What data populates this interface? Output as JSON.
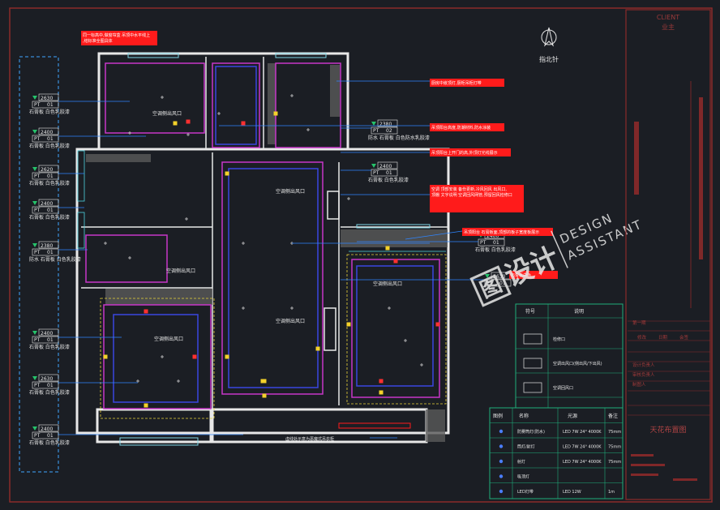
{
  "colors": {
    "bg": "#1b1e24",
    "frame": "#8b2a2a",
    "wall": "#e8e8e8",
    "room": "#c837c8",
    "ceiling": "#3b46e0",
    "callout": "#ff1b1b",
    "leader": "#2f86ff",
    "tag": "#26c26a",
    "light": "#f4d22a",
    "label": "#e6e6e6",
    "table": "#1fae7a"
  },
  "compass": {
    "label": "指北针",
    "icon": "north-arrow-icon"
  },
  "watermark": {
    "logo": "图",
    "brand": "设计",
    "line1": "DESIGN",
    "line2": "ASSISTANT"
  },
  "title_block": {
    "client_en": "CLIENT",
    "client_cn": "业主",
    "sheet_name": "天花布置图",
    "cells": [
      "第一期",
      "修改",
      "日期",
      "会签",
      "设计负责人",
      "审核负责人",
      "制图人"
    ]
  },
  "left_tags": [
    {
      "height": "2630",
      "code": "PT",
      "num": "01",
      "note": "石膏板 白色乳胶漆"
    },
    {
      "height": "2400",
      "code": "PT",
      "num": "01",
      "note": "石膏板 白色乳胶漆"
    },
    {
      "height": "2620",
      "code": "PT",
      "num": "01",
      "note": "石膏板 白色乳胶漆"
    },
    {
      "height": "2400",
      "code": "PT",
      "num": "01",
      "note": "石膏板 白色乳胶漆"
    },
    {
      "height": "2380",
      "code": "PT",
      "num": "01",
      "note": "防水 石膏板 白色乳胶漆"
    },
    {
      "height": "2400",
      "code": "PT",
      "num": "01",
      "note": "石膏板 白色乳胶漆"
    },
    {
      "height": "2630",
      "code": "PT",
      "num": "01",
      "note": "石膏板 白色乳胶漆"
    },
    {
      "height": "2400",
      "code": "PT",
      "num": "01",
      "note": "石膏板 白色乳胶漆"
    }
  ],
  "right_tags": [
    {
      "height": "2380",
      "code": "PT",
      "num": "02",
      "note": "防水 石膏板 白色防水乳胶漆"
    },
    {
      "height": "2400",
      "code": "PT",
      "num": "01",
      "note": "石膏板 白色乳胶漆"
    },
    {
      "height": "2400",
      "code": "PT",
      "num": "01",
      "note": "石膏板 白色乳胶漆"
    },
    {
      "height": "2630",
      "code": "PT",
      "num": "01",
      "note": ""
    }
  ],
  "callouts": [
    "同一标高中,做窗帘盒 吊顶中水平线上,结标准全图具体",
    "厨房中嵌顶灯,厨柜吊柜灯带",
    "吊顶阳台高度,防潮材料,防水涂装",
    "吊顶阳台上开门的高,外顶灯光线展示",
    "空调 顶部安装 备份更新,冷风回风 出风口,顶棚 文字说明 空调回风网管,预留回风检修口",
    "吊顶阳台 石膏板面,顶部的板子宽度板展示",
    "石膏板白色",
    "虚线处示意为恶魔式吊衣柜"
  ],
  "room_labels": [
    "空调侧出风口",
    "空调侧出风口",
    "空调侧出风口",
    "空调侧出风口",
    "空调侧出风口",
    "空调侧出风口"
  ],
  "legend": {
    "headers": [
      "图例",
      "名称",
      "光源",
      "备注"
    ],
    "rows": [
      {
        "name": "防雾筒灯(防水)",
        "source": "LED 7W 24° 4000K",
        "note": "75mm"
      },
      {
        "name": "筒灯/射灯",
        "source": "LED 7W 24° 4000K",
        "note": "75mm"
      },
      {
        "name": "射灯",
        "source": "LED 7W 24° 4000K",
        "note": "75mm"
      },
      {
        "name": "吸顶灯",
        "source": "",
        "note": ""
      },
      {
        "name": "LED灯带",
        "source": "LED 12W",
        "note": "1m"
      }
    ]
  },
  "symbols": {
    "headers": [
      "符号",
      "说明"
    ],
    "rows": [
      "检修口",
      "空调出风口(侧出风/下出风)",
      "空调回风口"
    ]
  }
}
